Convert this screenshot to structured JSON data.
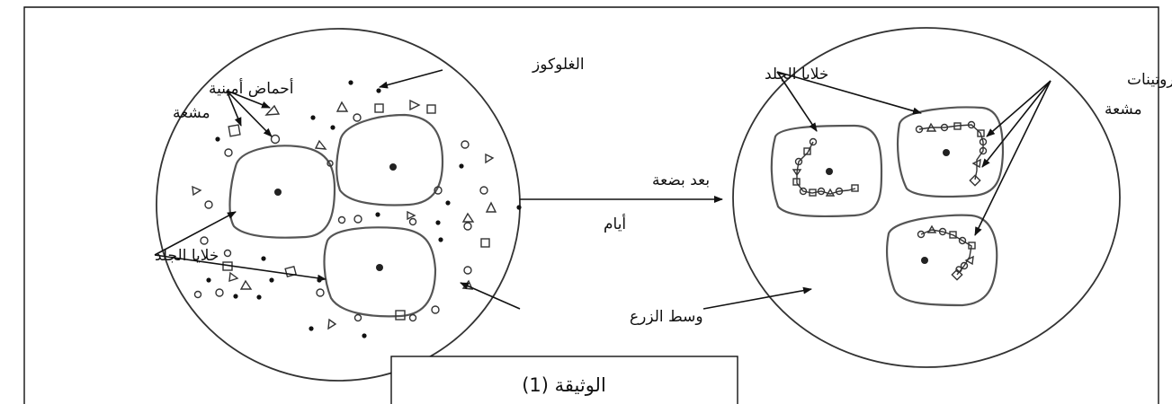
{
  "labels": {
    "amino_acids_line1": "أحماض أمينية",
    "amino_acids_line2": "مشعة",
    "glucose": "الغلوكوز",
    "skin_cells_left": "خلايا الجلد",
    "skin_cells_right": "خلايا الجلد",
    "arrow_line1": "بعد بضعة",
    "arrow_line2": "أيام",
    "medium": "وسط الزرع",
    "proteins_line1": "بروتينات",
    "proteins_line2": "مشعة",
    "caption": "الوثيقة (1)"
  }
}
